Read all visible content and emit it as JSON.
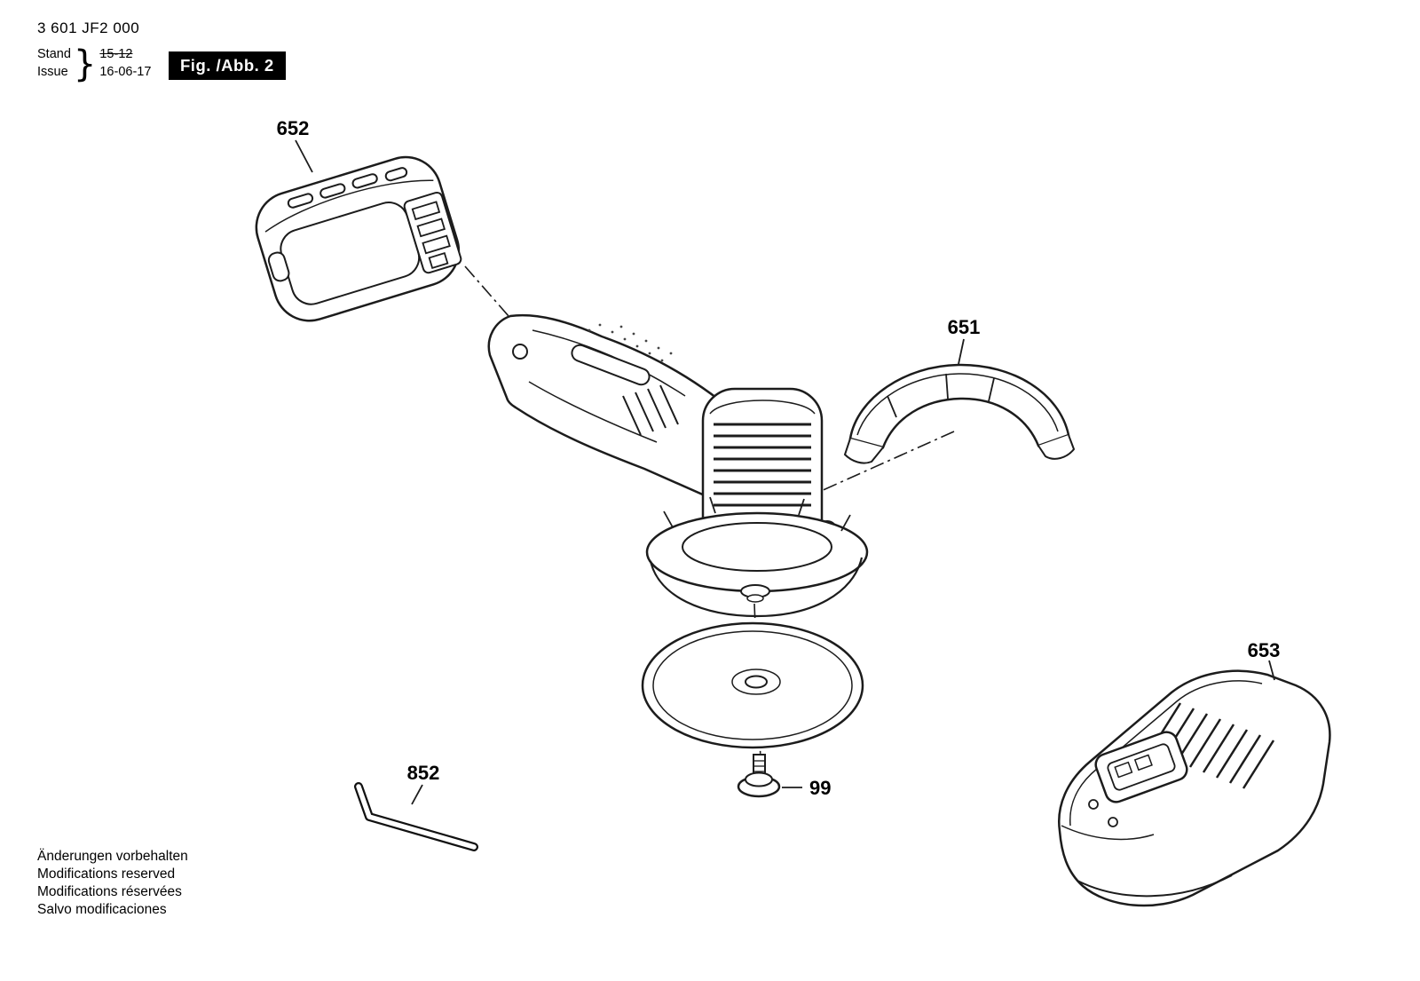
{
  "header": {
    "part_number": "3 601 JF2 000",
    "revision": {
      "stand_label": "Stand",
      "stand_value": "15-12",
      "issue_label": "Issue",
      "issue_value": "16-06-17",
      "brace": "}"
    },
    "figure_badge": "Fig. /Abb. 2"
  },
  "diagram": {
    "labels": {
      "battery": "652",
      "guard": "651",
      "charger": "653",
      "hex_key": "852",
      "screw": "99"
    }
  },
  "footer": {
    "notes": [
      "Änderungen vorbehalten",
      "Modifications reserved",
      "Modifications réservées",
      "Salvo modificaciones"
    ]
  }
}
